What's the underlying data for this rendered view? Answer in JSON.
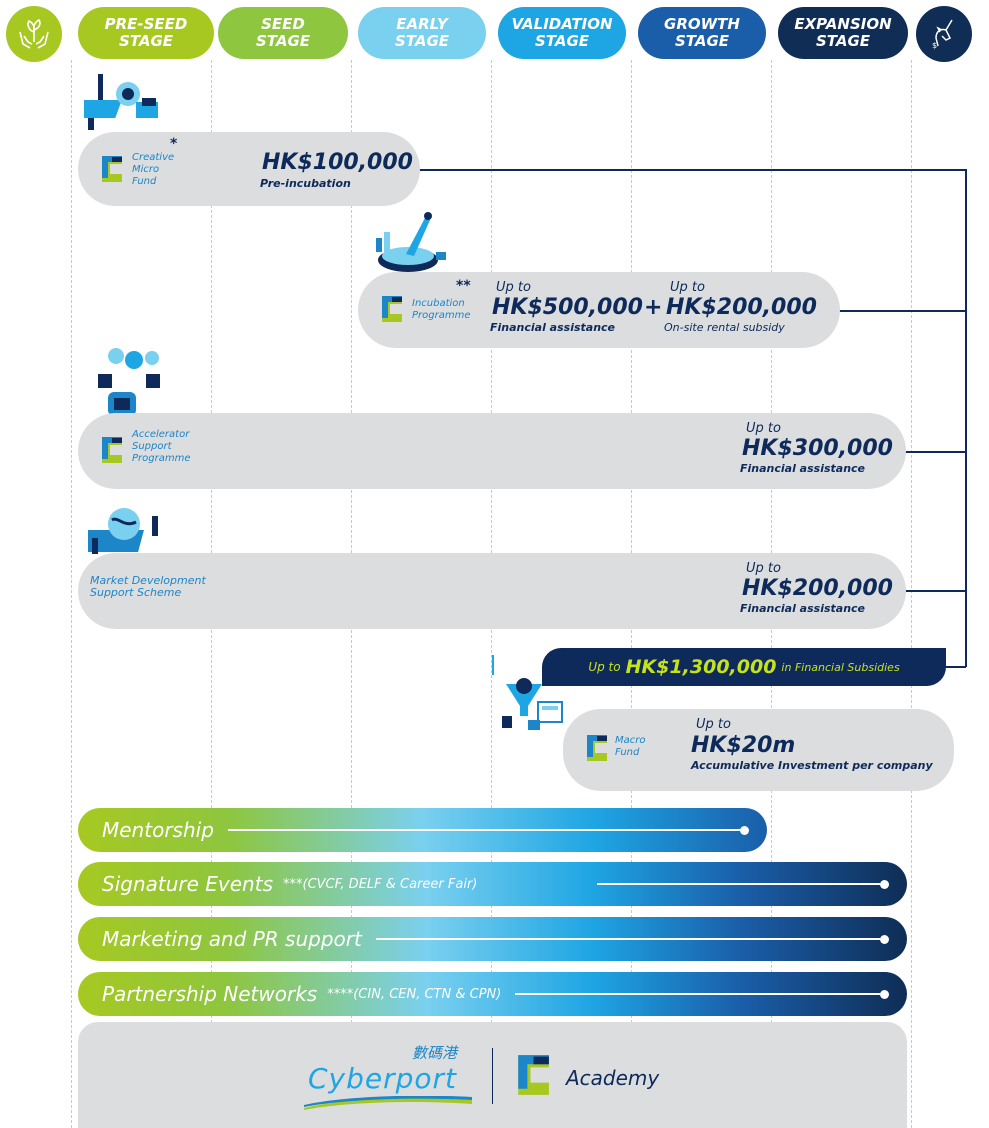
{
  "stages": [
    {
      "line1": "PRE-SEED",
      "line2": "STAGE",
      "color": "#a7c821"
    },
    {
      "line1": "SEED",
      "line2": "STAGE",
      "color": "#8ec63f"
    },
    {
      "line1": "EARLY",
      "line2": "STAGE",
      "color": "#7ad0ef"
    },
    {
      "line1": "VALIDATION",
      "line2": "STAGE",
      "color": "#1ea5e3"
    },
    {
      "line1": "GROWTH",
      "line2": "STAGE",
      "color": "#1a5ea9"
    },
    {
      "line1": "EXPANSION",
      "line2": "STAGE",
      "color": "#0f2d55"
    }
  ],
  "stage_icons": {
    "start": "plant-hands-icon",
    "end": "unicorn-icon"
  },
  "programmes": {
    "cmf": {
      "name_lines": [
        "Creative",
        "Micro",
        "Fund"
      ],
      "mark": "*",
      "amount": "HK$100,000",
      "caption": "Pre-incubation"
    },
    "incubation": {
      "name_lines": [
        "Incubation",
        "Programme"
      ],
      "mark": "**",
      "upto1": "Up to",
      "amount1": "HK$500,000",
      "caption1": "Financial assistance",
      "plus": "+",
      "upto2": "Up to",
      "amount2": "HK$200,000",
      "caption2": "On-site rental subsidy"
    },
    "asp": {
      "name_lines": [
        "Accelerator",
        "Support",
        "Programme"
      ],
      "upto": "Up to",
      "amount": "HK$300,000",
      "caption": "Financial assistance"
    },
    "mdss": {
      "name_lines": [
        "Market Development",
        "Support Scheme"
      ],
      "upto": "Up to",
      "amount": "HK$200,000",
      "caption": "Financial assistance"
    },
    "total": {
      "prefix": "Up to",
      "amount": "HK$1,300,000",
      "suffix": "in Financial Subsidies"
    },
    "macro": {
      "name_lines": [
        "Macro",
        "Fund"
      ],
      "upto": "Up to",
      "amount": "HK$20m",
      "caption": "Accumulative Investment per company"
    }
  },
  "support_bars": [
    {
      "label": "Mentorship",
      "sub": ""
    },
    {
      "label": "Signature Events",
      "sub": "***(CVCF, DELF & Career Fair)"
    },
    {
      "label": "Marketing and PR support",
      "sub": ""
    },
    {
      "label": "Partnership Networks",
      "sub": "****(CIN, CEN, CTN & CPN)"
    }
  ],
  "footer": {
    "brand_cn": "數碼港",
    "brand_en": "Cyberport",
    "academy": "Academy"
  },
  "colors": {
    "navy": "#0d2a5a",
    "card": "#dcdddf",
    "lime": "#c6e21a",
    "blue": "#1c86c8"
  }
}
